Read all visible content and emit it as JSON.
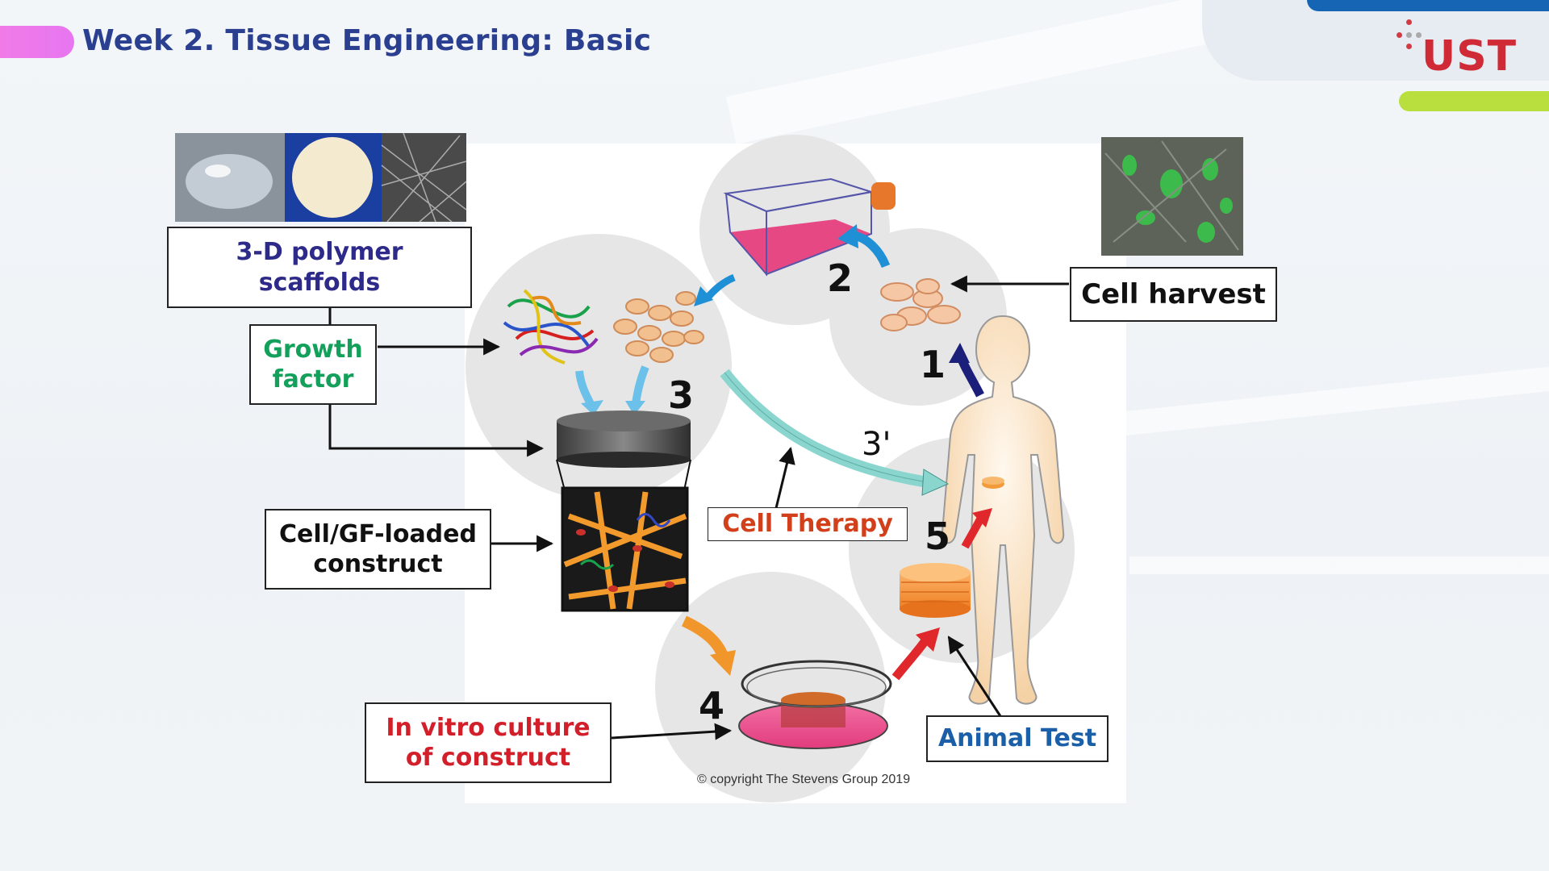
{
  "slide": {
    "title": "Week 2. Tissue Engineering: Basic",
    "logo": "UST"
  },
  "labels": {
    "scaffolds": "3-D polymer\nscaffolds",
    "growth_factor": "Growth\nfactor",
    "cell_harvest": "Cell harvest",
    "construct": "Cell/GF-loaded\nconstruct",
    "cell_therapy": "Cell Therapy",
    "in_vitro": "In vitro culture\nof construct",
    "animal_test": "Animal Test"
  },
  "steps": {
    "s1": "1",
    "s2": "2",
    "s3": "3",
    "s3p": "3'",
    "s4": "4",
    "s5": "5"
  },
  "copyright": "© copyright The Stevens Group 2019",
  "colors": {
    "title": "#2a3f8f",
    "scaffolds_text": "#2d2a8a",
    "growth_factor_text": "#12a05a",
    "cell_therapy_text": "#d2401b",
    "in_vitro_text": "#d21f2a",
    "animal_test_text": "#1b5fa8",
    "logo": "#cf2a36",
    "accent_green": "#b9df3f"
  },
  "icons": [
    "hydrogel-photo",
    "sponge-scaffold-photo",
    "nanofiber-sem-photo",
    "cell-fluorescence-photo",
    "culture-flask-icon",
    "cells-cluster-icon",
    "fiber-scaffold-icon",
    "cylinder-scaffold-icon",
    "petri-dish-icon",
    "engineered-tissue-icon",
    "human-body-icon"
  ]
}
